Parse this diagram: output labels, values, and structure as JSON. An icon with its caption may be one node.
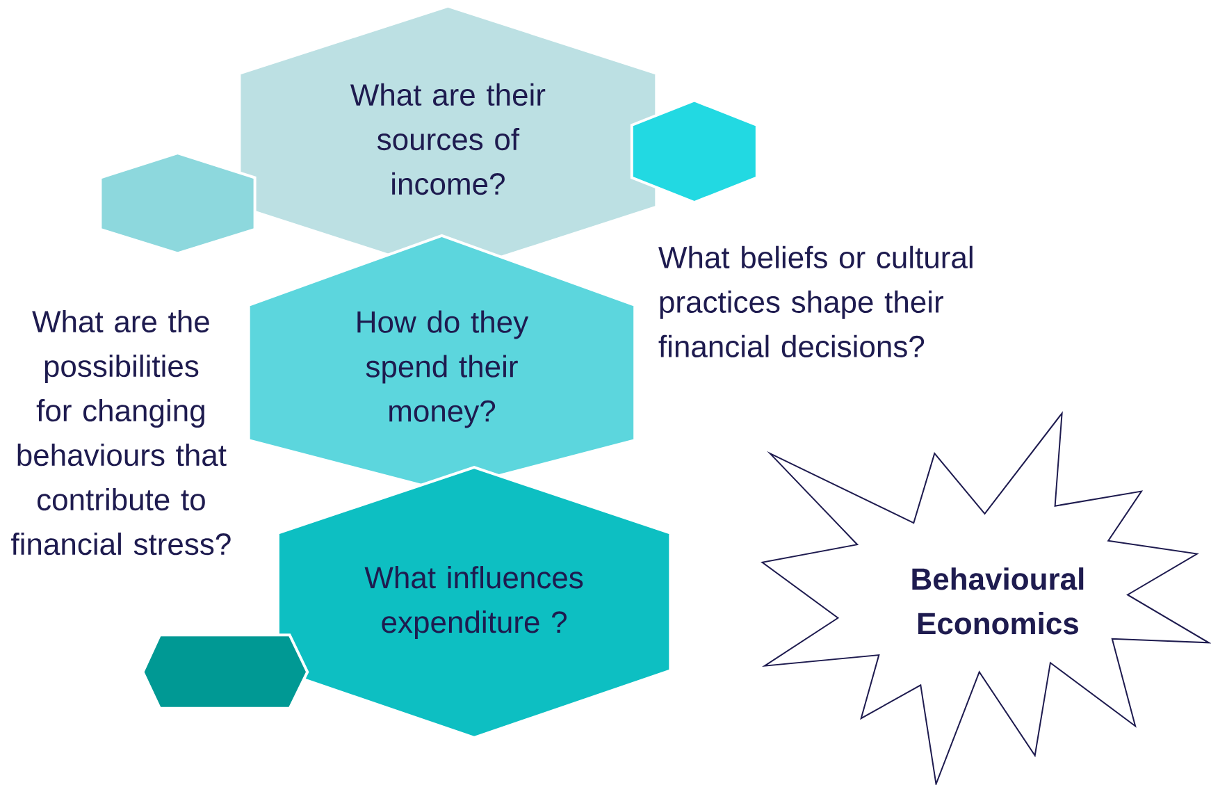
{
  "diagram": {
    "nodes": [
      {
        "text": [
          "What are their sources of income?"
        ]
      },
      {
        "text": [],
        "shape": "hexagon"
      },
      {
        "text": [],
        "shape": "hexagon"
      },
      {
        "text": [
          "How do they spend their money?"
        ]
      },
      {
        "text": [
          "What influences expenditure ?"
        ]
      },
      {
        "text": [],
        "shape": "hexagon"
      },
      {
        "text": [
          "Behavioural Economics"
        ]
      }
    ],
    "labels": [
      "What are the possibilities for changing behaviours that contribute to financial stress?",
      "What beliefs or cultural practices shape their financial decisions?"
    ]
  }
}
